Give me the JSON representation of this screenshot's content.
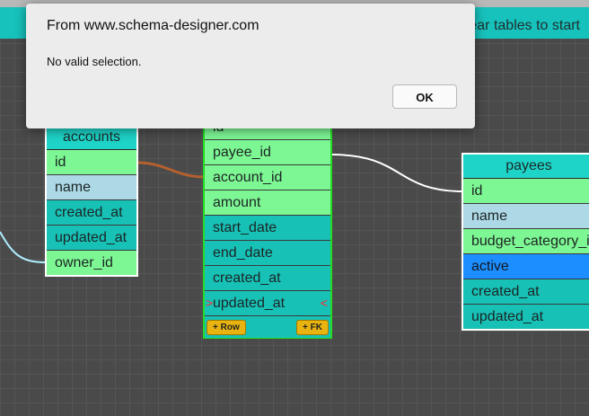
{
  "toolbar": {
    "hint": "ear tables to start"
  },
  "colors": {
    "accent": "#17c2bc",
    "canvas": "#4a4a4a",
    "selected_border": "#22dd22",
    "active_row": "#1d8eff"
  },
  "tables": {
    "accounts": {
      "title": "accounts",
      "rows": [
        "id",
        "name",
        "created_at",
        "updated_at",
        "owner_id"
      ]
    },
    "middle": {
      "rows": [
        "id",
        "payee_id",
        "account_id",
        "amount",
        "start_date",
        "end_date",
        "created_at",
        "updated_at"
      ],
      "add_row": "+ Row",
      "add_fk": "+ FK",
      "row_marker_left": ">",
      "row_marker_right": "<"
    },
    "payees": {
      "title": "payees",
      "rows": [
        "id",
        "name",
        "budget_category_id",
        "active",
        "created_at",
        "updated_at"
      ]
    }
  },
  "dialog": {
    "title": "From www.schema-designer.com",
    "message": "No valid selection.",
    "ok": "OK"
  }
}
